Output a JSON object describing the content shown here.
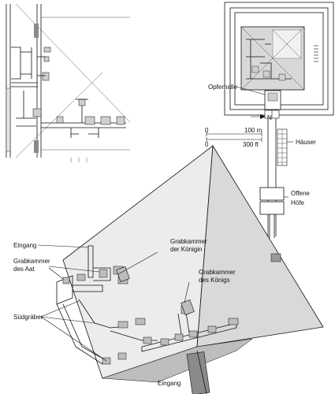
{
  "labels": {
    "opferhalle": "Opferhalle",
    "north": "N",
    "scale_zero_m": "0",
    "scale_m": "100 m",
    "scale_zero_ft": "0",
    "scale_ft": "300 ft",
    "haeuser": "Häuser",
    "offene_line1": "Offene",
    "offene_line2": "Höfe",
    "eingang_top": "Eingang",
    "grabkammer_aat_1": "Grabkammer",
    "grabkammer_aat_2": "des Aat",
    "grabkammer_koenigin_1": "Grabkammer",
    "grabkammer_koenigin_2": "der Königin",
    "grabkammer_koenigs_1": "Grabkammer",
    "grabkammer_koenigs_2": "des Königs",
    "suedgraeber": "Südgräber",
    "eingang_bottom": "Eingang"
  }
}
